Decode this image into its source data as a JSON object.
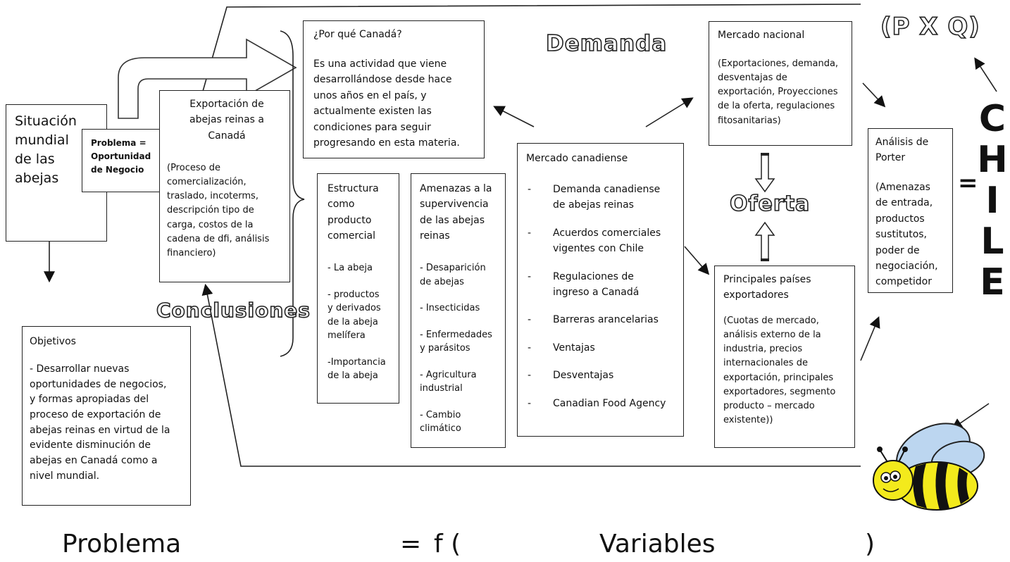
{
  "situacion": "Situación\nmundial\nde las\nabejas",
  "problema_box": "Problema =\nOportunidad\nde Negocio",
  "exportacion": {
    "title": "Exportación de\nabejas reinas a\nCanadá",
    "body": "(Proceso de\ncomercialización,\ntraslado, incoterms,\ndescripción tipo de\ncarga, costos de la\ncadena de dfi, análisis\nfinanciero)"
  },
  "por_que": {
    "title": "¿Por qué Canadá?",
    "body": "Es una actividad que viene\ndesarrollándose desde hace\nunos años en el país, y\nactualmente existen las\ncondiciones para seguir\nprogresando en esta materia."
  },
  "demanda": "Demanda",
  "oferta": "Oferta",
  "conclusiones": "Conclusiones",
  "pxq": "(P X Q)",
  "chile_letters": [
    "C",
    "H",
    "I",
    "L",
    "E"
  ],
  "equals": "=",
  "mercado_nacional": {
    "title": "Mercado nacional",
    "body": "(Exportaciones, demanda,\ndesventajas de\nexportación, Proyecciones\nde la oferta, regulaciones\nfitosanitarias)"
  },
  "porter": {
    "title": "Análisis de\nPorter",
    "body": "(Amenazas\nde entrada,\nproductos\nsustitutos,\npoder de\nnegociación,\ncompetidor"
  },
  "estructura": {
    "title": "Estructura\ncomo\nproducto\ncomercial",
    "items": [
      "- La abeja",
      "- productos\ny derivados\nde la abeja\nmelífera",
      "-Importancia\nde la abeja"
    ]
  },
  "amenazas": {
    "title": "Amenazas a la\nsupervivencia\nde las abejas\nreinas",
    "items": [
      "- Desaparición\nde abejas",
      "- Insecticidas",
      "- Enfermedades\ny  parásitos",
      "- Agricultura\nindustrial",
      "- Cambio\nclimático"
    ]
  },
  "mercado_canadiense": {
    "title": "Mercado canadiense",
    "items": [
      "Demanda canadiense\nde abejas reinas",
      "Acuerdos  comerciales\nvigentes con Chile",
      "Regulaciones de\ningreso a Canadá",
      "Barreras arancelarias",
      "Ventajas",
      "Desventajas",
      "Canadian Food Agency"
    ]
  },
  "principales": {
    "title": "Principales países\nexportadores",
    "body": "(Cuotas de mercado,\nanálisis externo de la\nindustria, precios\ninternacionales de\nexportación, principales\nexportadores, segmento\nproducto – mercado\nexistente))"
  },
  "objetivos": {
    "title": "Objetivos",
    "body": "- Desarrollar nuevas\noportunidades de   negocios,\ny formas apropiadas del\nproceso de exportación de\nabejas reinas en virtud de la\nevidente disminución de\nabejas en Canadá como a\nnivel mundial."
  },
  "formula": {
    "left": "Problema",
    "eq": "=",
    "f": "f (",
    "variables": "Variables",
    "close": ")"
  }
}
